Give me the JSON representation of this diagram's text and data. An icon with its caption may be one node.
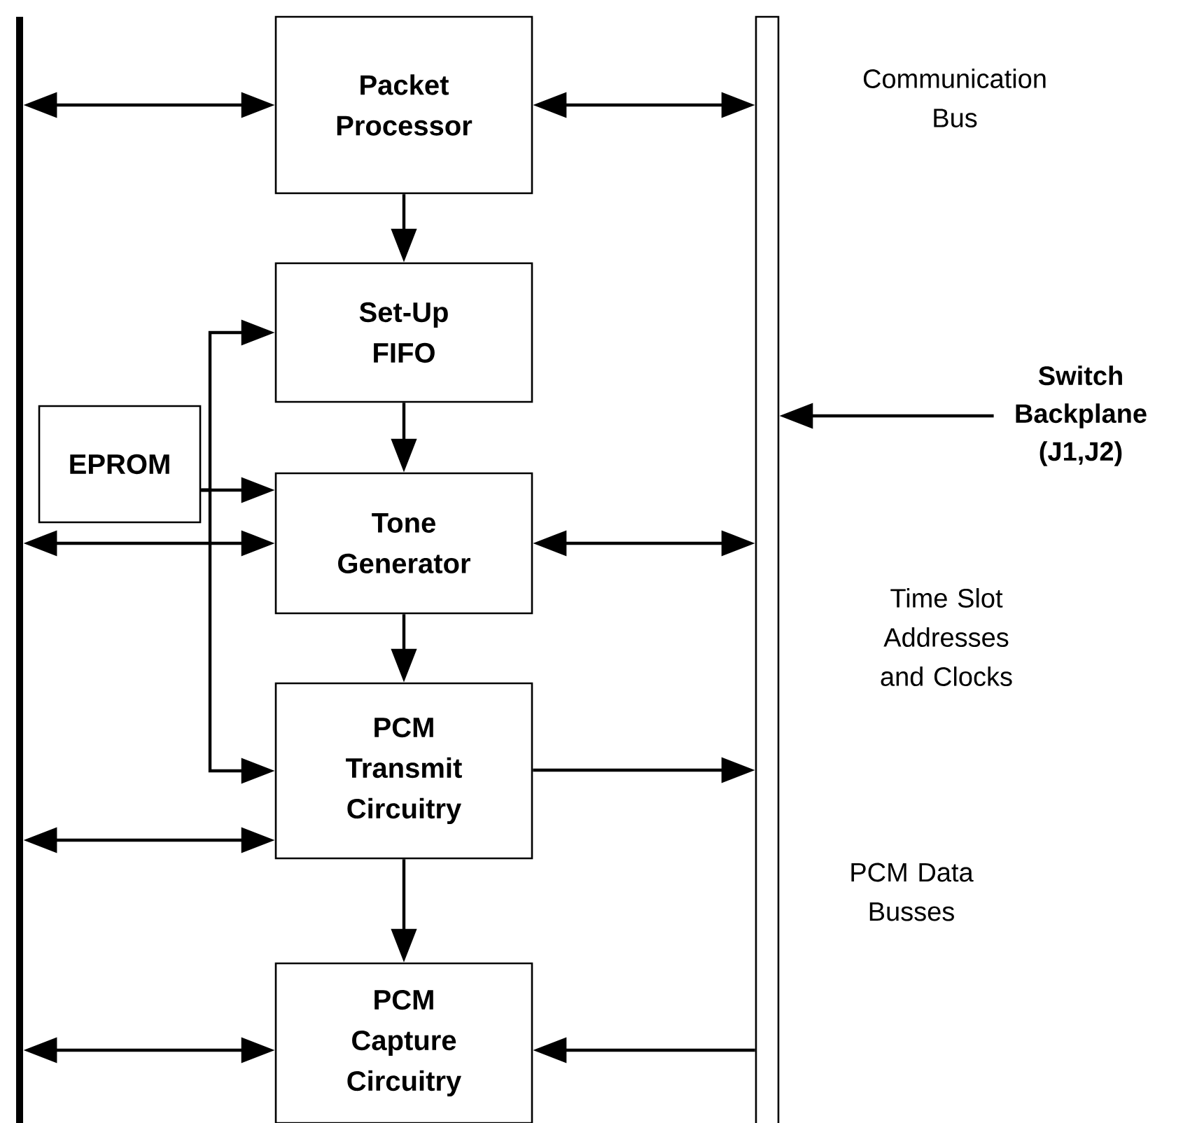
{
  "diagram": {
    "nodes": [
      {
        "text": [],
        "shape": "bar"
      },
      {
        "text": [
          "Packet Processor"
        ]
      },
      {
        "text": [],
        "shape": "bar"
      },
      {
        "text": [
          "Set-Up FIFO"
        ]
      },
      {
        "text": [
          "EPROM"
        ]
      },
      {
        "text": [
          "Tone Generator"
        ]
      },
      {
        "text": [
          "Switch Backplane (J1,J2)"
        ]
      },
      {
        "text": [
          "PCM Transmit Circuitry"
        ]
      },
      {
        "text": [
          "PCM Capture Circuitry"
        ]
      }
    ],
    "edges": [
      {
        "from": 0,
        "to": 1,
        "arrow": "both"
      },
      {
        "from": 1,
        "to": 2,
        "arrow": "both"
      },
      {
        "from": 1,
        "to": 3,
        "arrow": "to"
      },
      {
        "from": 3,
        "to": 5,
        "arrow": "to"
      },
      {
        "from": 4,
        "to": 3,
        "arrow": "to"
      },
      {
        "from": 4,
        "to": 5,
        "arrow": "to"
      },
      {
        "from": 4,
        "to": 7,
        "arrow": "to"
      },
      {
        "from": 0,
        "to": 5,
        "arrow": "both"
      },
      {
        "from": 5,
        "to": 2,
        "arrow": "both"
      },
      {
        "from": 6,
        "to": 2,
        "arrow": "to"
      },
      {
        "from": 5,
        "to": 7,
        "arrow": "to"
      },
      {
        "from": 7,
        "to": 2,
        "arrow": "to"
      },
      {
        "from": 0,
        "to": 7,
        "arrow": "both"
      },
      {
        "from": 7,
        "to": 8,
        "arrow": "to"
      },
      {
        "from": 0,
        "to": 8,
        "arrow": "both"
      },
      {
        "from": 2,
        "to": 8,
        "arrow": "to"
      }
    ],
    "labels": [
      "Communication Bus",
      "Time Slot Addresses and Clocks",
      "PCM Data Busses"
    ]
  }
}
